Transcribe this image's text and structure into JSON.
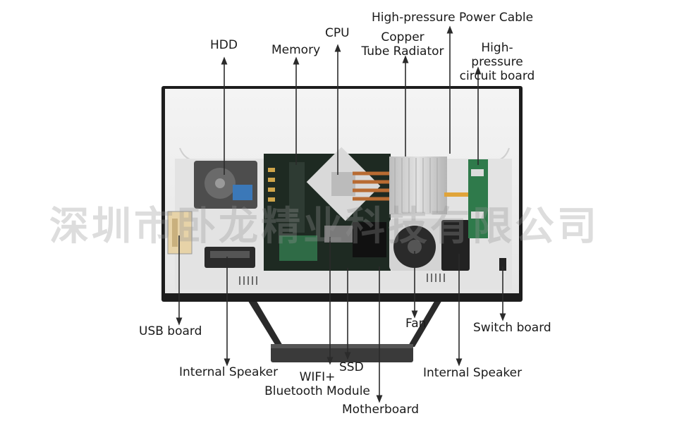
{
  "watermark": "深圳市卧龙精业科技有限公司",
  "labels": {
    "hdd": "HDD",
    "memory": "Memory",
    "cpu": "CPU",
    "copper_radiator": "Copper\nTube Radiator",
    "hp_power_cable": "High-pressure Power Cable",
    "hp_circuit_board": "High-pressure\ncircuit board",
    "usb_board": "USB board",
    "internal_speaker_left": "Internal Speaker",
    "wifi_bt": "WIFI+\nBluetooth Module",
    "ssd": "SSD",
    "motherboard": "Motherboard",
    "fan": "Fan",
    "internal_speaker_right": "Internal Speaker",
    "switch_board": "Switch board"
  },
  "colors": {
    "frame": "#1d1d1d",
    "panel": "#eeeeee",
    "pcb": "#1e2a22",
    "heatsink": "#c9c9c9",
    "arrow": "#2b2b2b"
  }
}
